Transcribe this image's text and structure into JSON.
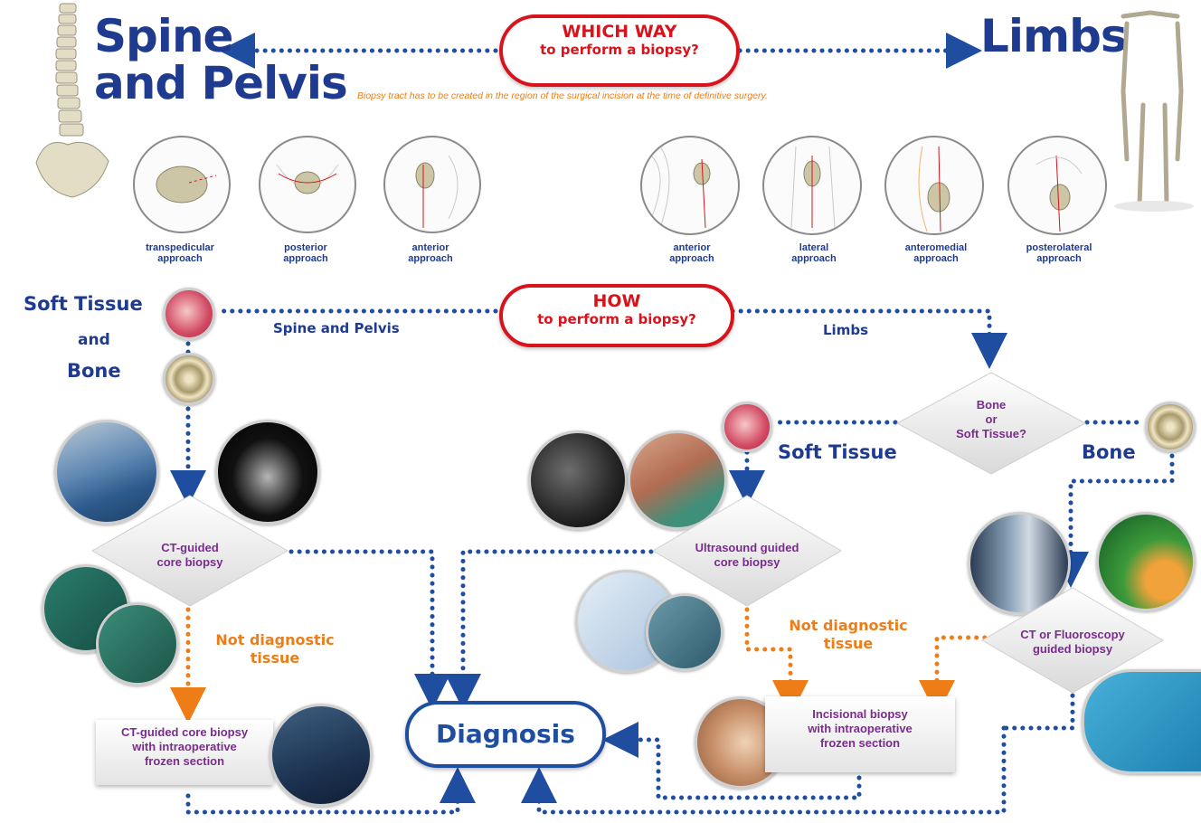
{
  "header": {
    "left_title_line1": "Spine",
    "left_title_line2": "and Pelvis",
    "right_title": "Limbs",
    "which_way_line1": "WHICH WAY",
    "which_way_line2": "to perform a biopsy?",
    "note": "Biopsy tract has to be created in the region of the surgical incision at the time of definitive surgery."
  },
  "spine_approaches": [
    {
      "line1": "transpedicular",
      "line2": "approach"
    },
    {
      "line1": "posterior",
      "line2": "approach"
    },
    {
      "line1": "anterior",
      "line2": "approach"
    }
  ],
  "limb_approaches": [
    {
      "line1": "anterior",
      "line2": "approach"
    },
    {
      "line1": "lateral",
      "line2": "approach"
    },
    {
      "line1": "anteromedial",
      "line2": "approach"
    },
    {
      "line1": "posterolateral",
      "line2": "approach"
    }
  ],
  "how": {
    "line1": "HOW",
    "line2": "to perform a biopsy?",
    "left_branch": "Spine and Pelvis",
    "right_branch": "Limbs"
  },
  "left_side": {
    "soft_tissue": "Soft Tissue",
    "and": "and",
    "bone": "Bone",
    "ct_guided_line1": "CT-guided",
    "ct_guided_line2": "core biopsy",
    "not_diag_line1": "Not diagnostic",
    "not_diag_line2": "tissue",
    "box_line1": "CT-guided core biopsy",
    "box_line2": "with intraoperative",
    "box_line3": "frozen section"
  },
  "right_side": {
    "decision_line1": "Bone",
    "decision_line2": "or",
    "decision_line3": "Soft Tissue?",
    "soft_tissue": "Soft Tissue",
    "bone": "Bone",
    "us_line1": "Ultrasound guided",
    "us_line2": "core biopsy",
    "not_diag_line1": "Not diagnostic",
    "not_diag_line2": "tissue",
    "incisional_line1": "Incisional biopsy",
    "incisional_line2": "with intraoperative",
    "incisional_line3": "frozen section",
    "ct_fluoro_line1": "CT or Fluoroscopy",
    "ct_fluoro_line2": "guided biopsy"
  },
  "diagnosis": "Diagnosis",
  "colors": {
    "blue": "#1f3b8f",
    "red": "#d8131b",
    "orange": "#ef7d17",
    "purple": "#7b2b8e"
  }
}
